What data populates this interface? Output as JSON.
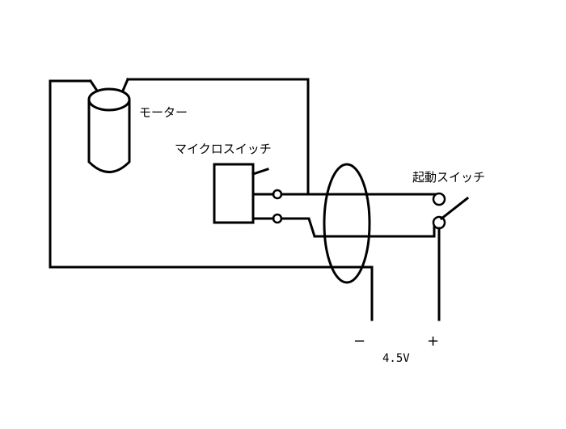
{
  "labels": {
    "motor": "モーター",
    "micro_switch": "マイクロスイッチ",
    "start_switch": "起動スイッチ",
    "minus": "−",
    "plus": "+",
    "voltage": "4.5V"
  },
  "colors": {
    "line": "#000000",
    "background": "#ffffff"
  }
}
